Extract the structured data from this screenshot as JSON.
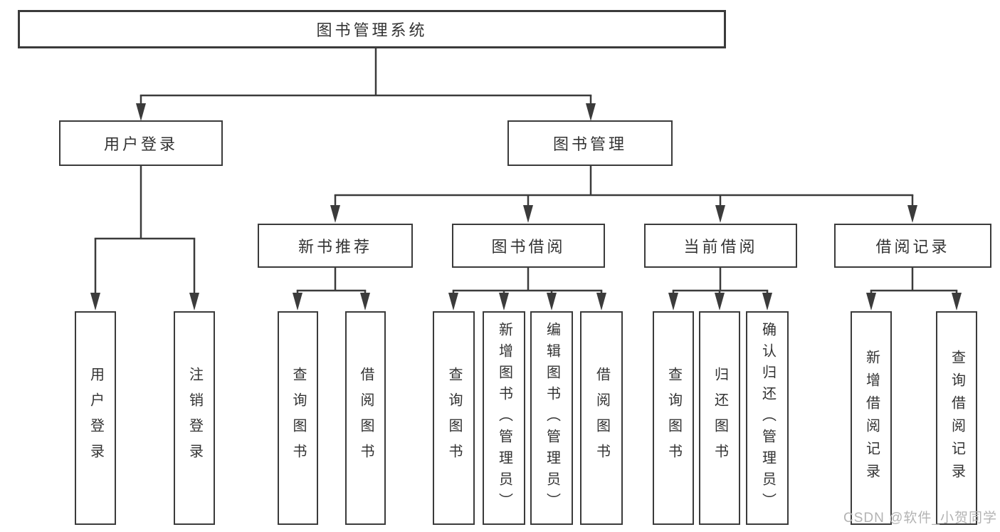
{
  "tree": {
    "root": "图书管理系统",
    "branches": [
      {
        "label": "用户登录",
        "leaves": [
          "用户登录",
          "注销登录"
        ]
      },
      {
        "label": "图书管理",
        "groups": [
          {
            "label": "新书推荐",
            "leaves": [
              "查询图书",
              "借阅图书"
            ]
          },
          {
            "label": "图书借阅",
            "leaves": [
              "查询图书",
              "新增图书（管理员）",
              "编辑图书（管理员）",
              "借阅图书"
            ]
          },
          {
            "label": "当前借阅",
            "leaves": [
              "查询图书",
              "归还图书",
              "确认归还（管理员）"
            ]
          },
          {
            "label": "借阅记录",
            "leaves": [
              "新增借阅记录",
              "查询借阅记录"
            ]
          }
        ]
      }
    ]
  },
  "watermark": "CSDN @软件_小贺同学",
  "colors": {
    "line": "#3b3b3b",
    "text": "#333333",
    "watermark": "#b3b3b3",
    "background": "#ffffff"
  }
}
